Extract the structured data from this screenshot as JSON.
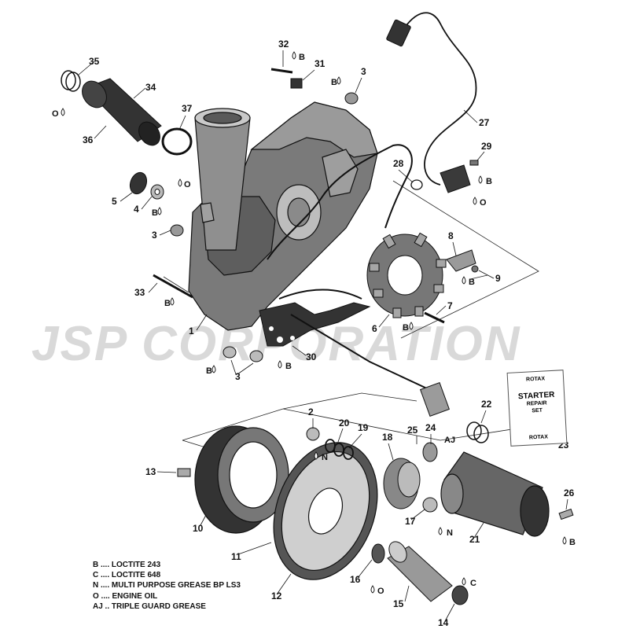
{
  "watermark": "JSP CORPORATION",
  "callouts": {
    "c1": "1",
    "c2": "2",
    "c3a": "3",
    "c3b": "3",
    "c3c": "3",
    "c4": "4",
    "c5": "5",
    "c6": "6",
    "c7": "7",
    "c8": "8",
    "c9": "9",
    "c10": "10",
    "c11": "11",
    "c12": "12",
    "c13": "13",
    "c14": "14",
    "c15": "15",
    "c16": "16",
    "c17": "17",
    "c18": "18",
    "c19": "19",
    "c20": "20",
    "c21": "21",
    "c22": "22",
    "c23": "23",
    "c24": "24",
    "c25": "25",
    "c26": "26",
    "c27": "27",
    "c28": "28",
    "c29": "29",
    "c30": "30",
    "c31": "31",
    "c32": "32",
    "c33": "33",
    "c34": "34",
    "c35": "35",
    "c36": "36",
    "c37": "37"
  },
  "tags": {
    "t_o_35": "O",
    "t_b_32": "B",
    "t_b_3top": "B",
    "t_o_4": "O",
    "t_b_3left": "B",
    "t_b_33": "B",
    "t_b_29": "B",
    "t_o_29": "O",
    "t_b_9": "B",
    "t_b_7": "B",
    "t_b_3bl": "B",
    "t_b_3br": "B",
    "t_n_2": "N",
    "t_aj_24": "AJ",
    "t_n_17": "N",
    "t_b_26": "B",
    "t_o_16": "O",
    "t_c_14": "C"
  },
  "starter_card": {
    "brand_top": "ROTAX",
    "title": "STARTER",
    "line1": "REPAIR",
    "line2": "SET",
    "brand_bottom": "ROTAX"
  },
  "legend": [
    "B .... LOCTITE 243",
    "C .... LOCTITE 648",
    "N .... MULTI PURPOSE GREASE BP LS3",
    "O .... ENGINE OIL",
    "AJ .. TRIPLE GUARD GREASE"
  ]
}
